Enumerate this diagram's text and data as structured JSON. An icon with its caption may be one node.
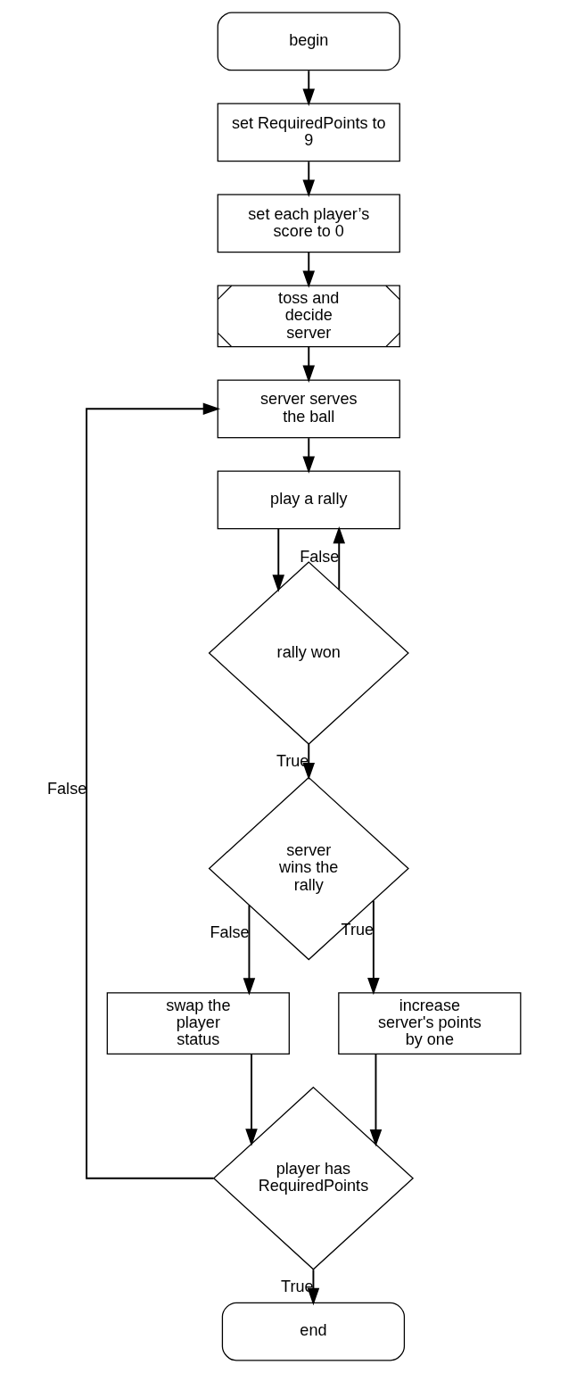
{
  "diagram": {
    "nodes": [
      {
        "text": [
          "begin"
        ]
      },
      {
        "text": [
          "set RequiredPoints to 9"
        ]
      },
      {
        "text": [
          "set each player’s score to 0"
        ]
      },
      {
        "text": [
          "toss and decide server"
        ]
      },
      {
        "text": [
          "server serves the ball"
        ]
      },
      {
        "text": [
          "play a rally"
        ]
      },
      {
        "text": [
          "rally won"
        ]
      },
      {
        "text": [
          "server wins the rally"
        ]
      },
      {
        "text": [
          "swap the player status"
        ]
      },
      {
        "text": [
          "increase server's points by one"
        ]
      },
      {
        "text": [
          "player has RequiredPoints"
        ]
      },
      {
        "text": [
          "end"
        ]
      }
    ],
    "edges": [
      {
        "from": 0,
        "to": 1,
        "arrow": "to"
      },
      {
        "from": 1,
        "to": 2,
        "arrow": "to"
      },
      {
        "from": 2,
        "to": 3,
        "arrow": "to"
      },
      {
        "from": 3,
        "to": 4,
        "arrow": "to"
      },
      {
        "from": 4,
        "to": 5,
        "arrow": "to"
      },
      {
        "from": 5,
        "to": 6,
        "arrow": "to"
      },
      {
        "from": 6,
        "to": 5,
        "arrow": "to",
        "label": "False"
      },
      {
        "from": 6,
        "to": 7,
        "arrow": "to",
        "label": "True"
      },
      {
        "from": 7,
        "to": 8,
        "arrow": "to",
        "label": "False"
      },
      {
        "from": 7,
        "to": 9,
        "arrow": "to",
        "label": "True"
      },
      {
        "from": 8,
        "to": 10,
        "arrow": "to"
      },
      {
        "from": 9,
        "to": 10,
        "arrow": "to"
      },
      {
        "from": 10,
        "to": 4,
        "arrow": "to",
        "label": "False"
      },
      {
        "from": 10,
        "to": 11,
        "arrow": "to",
        "label": "True"
      }
    ]
  }
}
